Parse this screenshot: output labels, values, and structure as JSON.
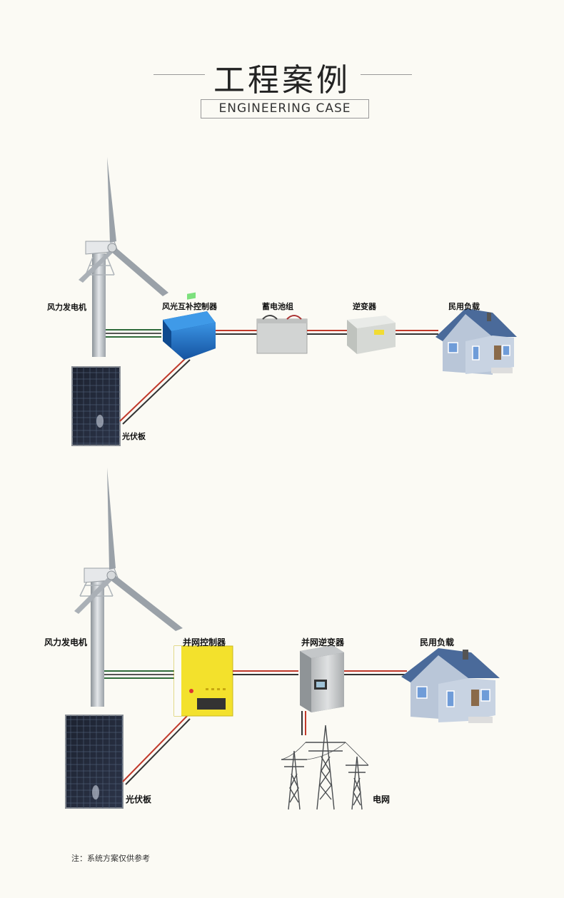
{
  "header": {
    "title": "工程案例",
    "subtitle": "ENGINEERING CASE"
  },
  "diagram1": {
    "wind_turbine": "风力发电机",
    "hybrid_controller": "风光互补控制器",
    "battery_bank": "蓄电池组",
    "inverter": "逆变器",
    "residential_load": "民用负载",
    "solar_panel": "光伏板"
  },
  "diagram2": {
    "wind_turbine": "风力发电机",
    "grid_controller": "并网控制器",
    "grid_inverter": "并网逆变器",
    "residential_load": "民用负载",
    "solar_panel": "光伏板",
    "power_grid": "电网"
  },
  "footer": {
    "note": "注：系统方案仅供参考"
  },
  "colors": {
    "wire_red": "#c0392b",
    "wire_black": "#333333",
    "wire_green": "#2e6b3a",
    "controller_blue": "#1f74c9",
    "controller_yellow": "#f3e12c",
    "roof": "#4a6a9a",
    "wall": "#b9c6d8"
  }
}
